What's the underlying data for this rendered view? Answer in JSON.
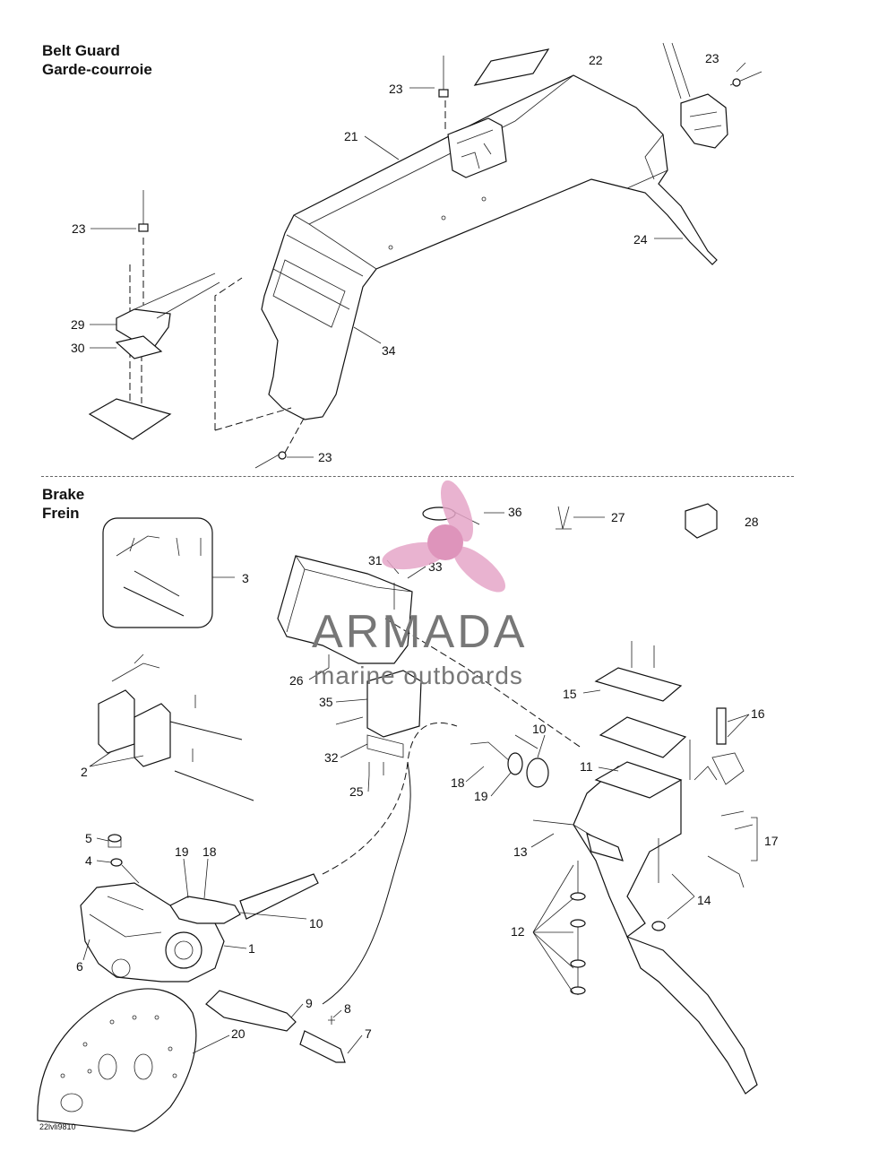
{
  "sections": {
    "belt_guard": {
      "title_en": "Belt Guard",
      "title_fr": "Garde-courroie"
    },
    "brake": {
      "title_en": "Brake",
      "title_fr": "Frein"
    }
  },
  "callouts": {
    "c21": "21",
    "c22": "22",
    "c23a": "23",
    "c23b": "23",
    "c23c": "23",
    "c23d": "23",
    "c24": "24",
    "c29": "29",
    "c30": "30",
    "c34": "34",
    "c36": "36",
    "c27": "27",
    "c28": "28",
    "c3": "3",
    "c31": "31",
    "c33": "33",
    "c26": "26",
    "c35": "35",
    "c32": "32",
    "c25": "25",
    "c2": "2",
    "c15": "15",
    "c16": "16",
    "c10a": "10",
    "c11": "11",
    "c18a": "18",
    "c19a": "19",
    "c13": "13",
    "c17": "17",
    "c14": "14",
    "c12": "12",
    "c5": "5",
    "c4": "4",
    "c19b": "19",
    "c18b": "18",
    "c10b": "10",
    "c1": "1",
    "c6": "6",
    "c9": "9",
    "c8": "8",
    "c7": "7",
    "c20": "20"
  },
  "watermark": {
    "brand": "ARMADA",
    "tagline": "marine outboards",
    "accent_color": "#e6a6c8"
  },
  "drawing_code": "22lvli9810"
}
